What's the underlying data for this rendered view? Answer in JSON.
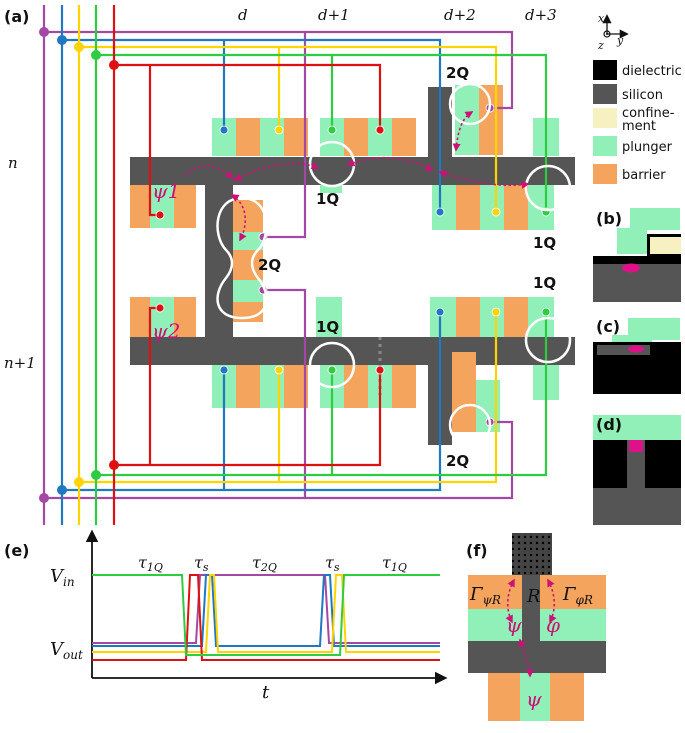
{
  "panels": {
    "a": "(a)",
    "b": "(b)",
    "c": "(c)",
    "d": "(d)",
    "e": "(e)",
    "f": "(f)"
  },
  "columns": [
    "d",
    "d+1",
    "d+2",
    "d+3"
  ],
  "rows": [
    "n",
    "n+1"
  ],
  "qubit_labels": {
    "one": "1Q",
    "two": "2Q"
  },
  "wavefunctions": {
    "psi1": "ψ1",
    "psi2": "ψ2"
  },
  "axes": {
    "x": "x",
    "y": "y",
    "z": "z"
  },
  "legend": [
    {
      "label": "dielectric",
      "color": "#000000"
    },
    {
      "label": "silicon",
      "color": "#555555"
    },
    {
      "label": "confine-",
      "label2": "ment",
      "color": "#f7f0c0"
    },
    {
      "label": "plunger",
      "color": "#90f0b8"
    },
    {
      "label": "barrier",
      "color": "#f5a45e"
    }
  ],
  "line_colors": {
    "purple": "#a349a4",
    "blue": "#1f78c1",
    "yellow": "#ffd400",
    "green": "#2ecc40",
    "red": "#dd1111"
  },
  "timing": {
    "vin": "V",
    "vin_sub": "in",
    "vout": "V",
    "vout_sub": "out",
    "t": "t",
    "tau1q": "τ",
    "tau1q_sub": "1Q",
    "taus": "τ",
    "taus_sub": "s",
    "tau2q": "τ",
    "tau2q_sub": "2Q"
  },
  "panel_f": {
    "gamma_psi": "Γ",
    "gamma_psi_sub": "ψR",
    "gamma_phi": "Γ",
    "gamma_phi_sub": "φR",
    "R": "R",
    "psi": "ψ",
    "phi": "φ"
  }
}
